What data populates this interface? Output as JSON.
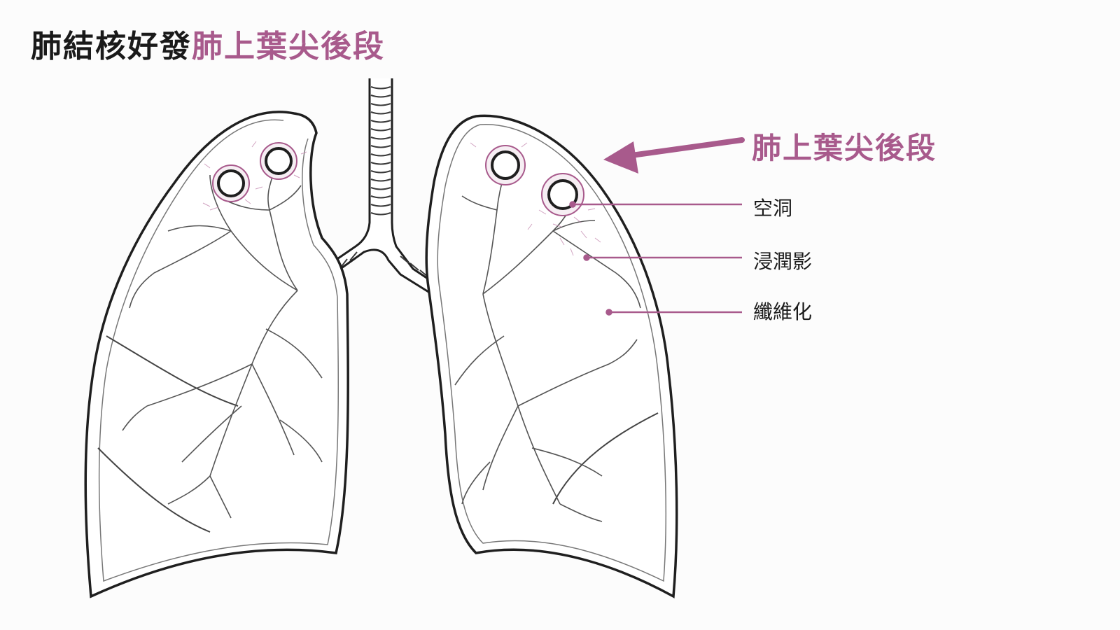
{
  "title": {
    "prefix": "肺結核好發",
    "highlight": "肺上葉尖後段"
  },
  "labels": {
    "main": "肺上葉尖後段",
    "cavity": "空洞",
    "infiltrate": "浸潤影",
    "fibrosis": "纖維化"
  },
  "colors": {
    "accent": "#a85a8c",
    "outline": "#1f1f1f",
    "text": "#1a1a1a"
  }
}
